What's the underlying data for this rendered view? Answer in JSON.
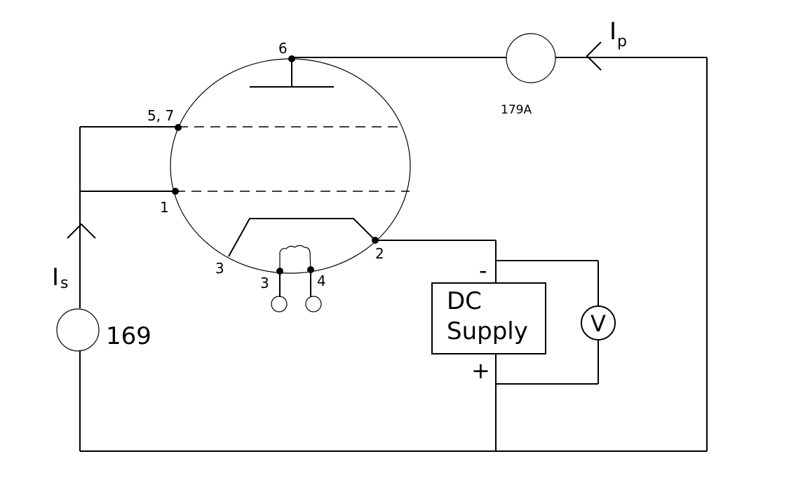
{
  "pins": {
    "p6": "6",
    "p57": "5, 7",
    "p1": "1",
    "p2": "2",
    "p3a": "3",
    "p3b": "3",
    "p4": "4"
  },
  "meters": {
    "plate_meter_label": "179A",
    "screen_meter_label": "169",
    "voltmeter_symbol": "V"
  },
  "currents": {
    "plate_current_letter": "I",
    "plate_current_sub": "p",
    "screen_current_letter": "I",
    "screen_current_sub": "s"
  },
  "supply": {
    "line1": "DC",
    "line2": "Supply",
    "minus": "-",
    "plus": "+"
  }
}
